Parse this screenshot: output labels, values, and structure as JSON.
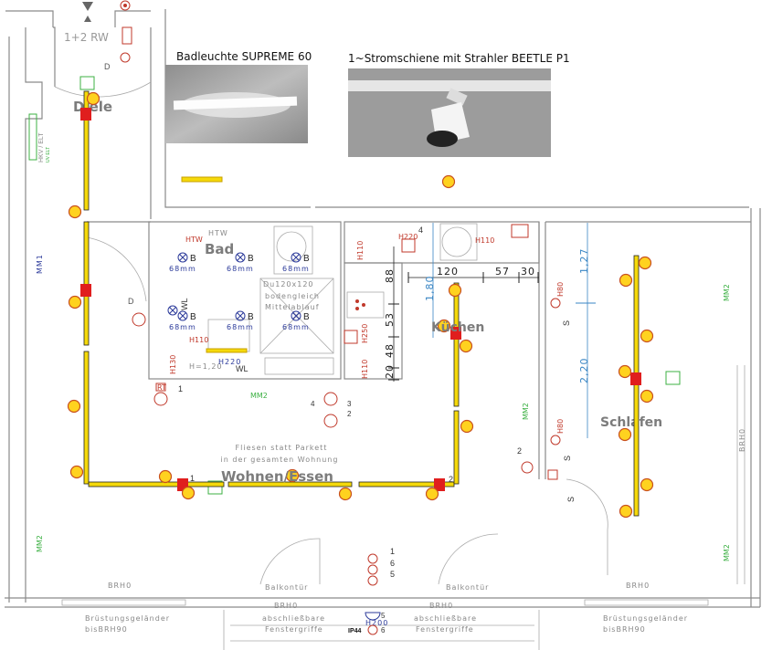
{
  "colors": {
    "track": "#f5d90a",
    "lamp": "#ffd21f",
    "lamp_outline": "#c8501e",
    "connector": "#e01e1e",
    "electrical": "#c0392b",
    "sensor": "#2b3a9a",
    "measure": "#3a86c4",
    "green": "#3cb043"
  },
  "products": [
    {
      "label": "Badleuchte SUPREME 60",
      "image": "bath-light-photo"
    },
    {
      "label": "1~Stromschiene mit Strahler BEETLE P1",
      "image": "track-spotlight-photo"
    }
  ],
  "rooms": {
    "diele": "Diele",
    "bad": "Bad",
    "kuechen": "Küchen",
    "schlafen": "Schlafen",
    "wohnen": "Wohnen/Essen"
  },
  "entrance_label": "1+2 RW",
  "hkv_label": "HKV / ELT",
  "uv_label": "UV ELT",
  "notes": {
    "floor_line1": "Fliesen statt Parkett",
    "floor_line2": "in der gesamten Wohnung"
  },
  "bath": {
    "htw": "HTW",
    "shower_line1": "Du120x120",
    "shower_line2": "bodengleich",
    "shower_line3": "Mittelablauf",
    "spot_size": "68mm",
    "spot_type": "B",
    "wl": "WL",
    "h_mount": "H=1,20",
    "h220": "H220",
    "h110": "H110",
    "h130": "H130",
    "rt": "RT"
  },
  "kitchen": {
    "h110": "H110",
    "h250": "H250",
    "h220": "H220",
    "dims_h": [
      "120",
      "57",
      "30"
    ],
    "dims_v": [
      "88",
      "53",
      "48",
      "20"
    ],
    "measure": "1,80"
  },
  "bedroom": {
    "measures": [
      "1,27",
      "2,20"
    ],
    "h80": "H80",
    "s": "S",
    "brh": "BRH0"
  },
  "mm": [
    "MM1",
    "MM2"
  ],
  "circuits": [
    "1",
    "2",
    "3",
    "4",
    "5",
    "6",
    "D"
  ],
  "balcony": {
    "door": "Balkontür",
    "brh": "BRH0",
    "railing_line1": "Brüstungsgeländer",
    "railing_line2": "bisBRH90",
    "handle_line1": "abschließbare",
    "handle_line2": "Fenstergriffe",
    "ip": "IP44",
    "h200": "H200"
  }
}
